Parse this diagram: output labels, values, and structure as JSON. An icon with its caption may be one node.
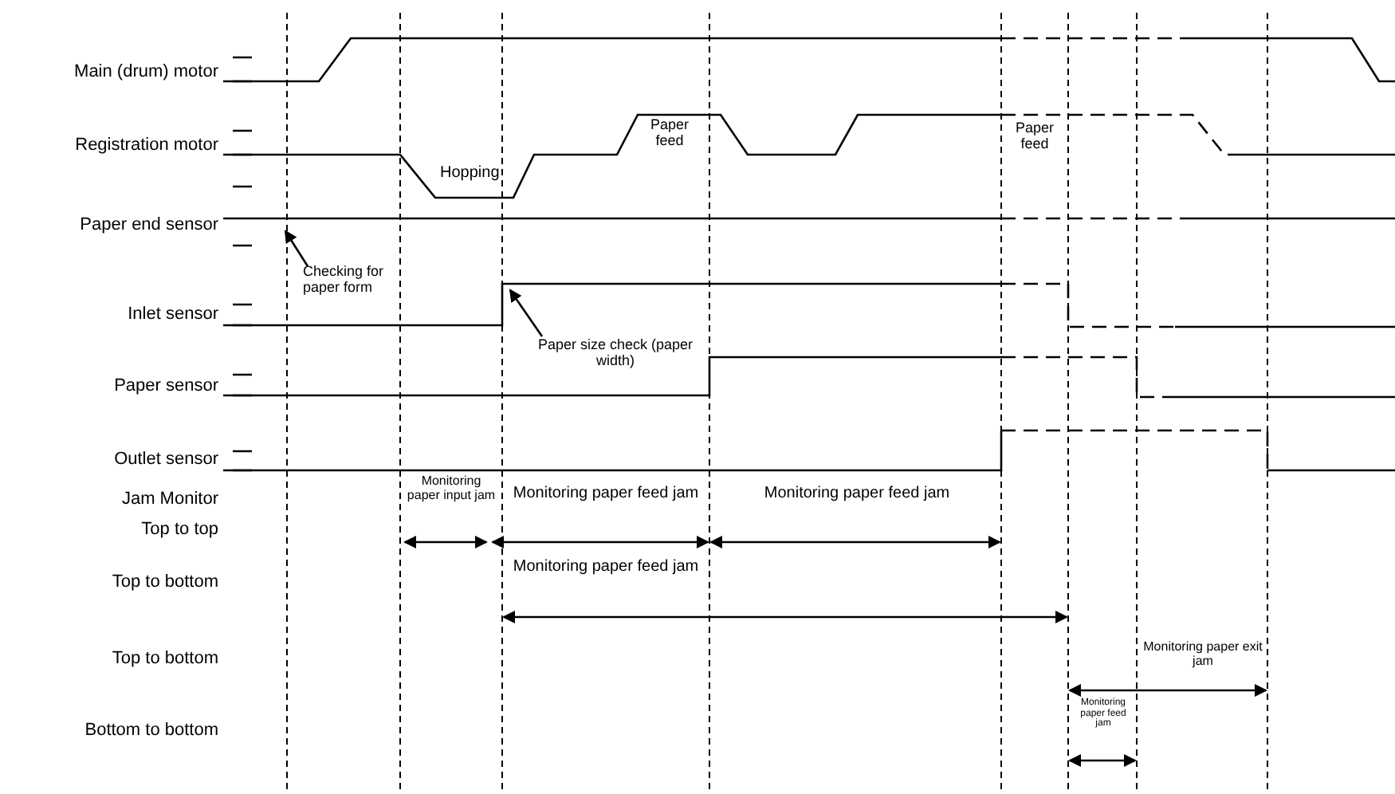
{
  "diagram": {
    "nodes": [
      {
        "text": [
          "Checking for paper form"
        ]
      },
      {
        "text": [
          "Paper size check (paper width)"
        ]
      }
    ],
    "edges": [
      {
        "from": 0,
        "to": null,
        "arrow": "to"
      },
      {
        "from": 1,
        "to": null,
        "arrow": "to"
      }
    ],
    "labels": [
      "Main (drum) motor",
      "Registration motor",
      "Paper feed",
      "Paper feed",
      "Hopping",
      "Paper end sensor",
      "Inlet sensor",
      "Paper sensor",
      "Outlet sensor",
      "Jam Monitor",
      "Monitoring paper input jam",
      "Monitoring paper feed jam",
      "Monitoring paper feed jam",
      "Top to top",
      "Top to bottom",
      "Monitoring paper feed jam",
      "Top to bottom",
      "Monitoring paper exit jam",
      "Bottom to bottom",
      "Monitoring paper feed jam"
    ]
  }
}
